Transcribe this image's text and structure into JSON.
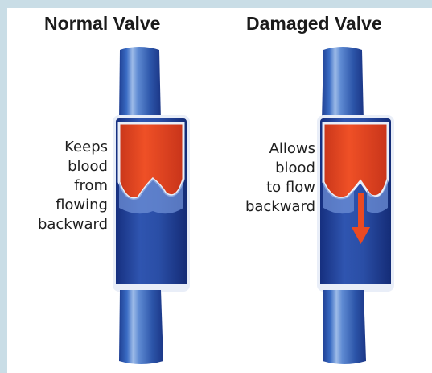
{
  "panels": [
    {
      "title": "Normal Valve",
      "caption": [
        "Keeps",
        "blood",
        "from",
        "flowing",
        "backward"
      ]
    },
    {
      "title": "Damaged Valve",
      "caption": [
        "Allows",
        "blood",
        "to flow",
        "backward"
      ]
    }
  ],
  "colors": {
    "background": "#c9dde6",
    "vein_blue": "#2b4fa3",
    "vein_light": "#7fa6df",
    "blood_red": "#e2401f",
    "valve_white": "#f2f5fb"
  },
  "icons": {
    "flow_arrow": "down-arrow-icon"
  }
}
